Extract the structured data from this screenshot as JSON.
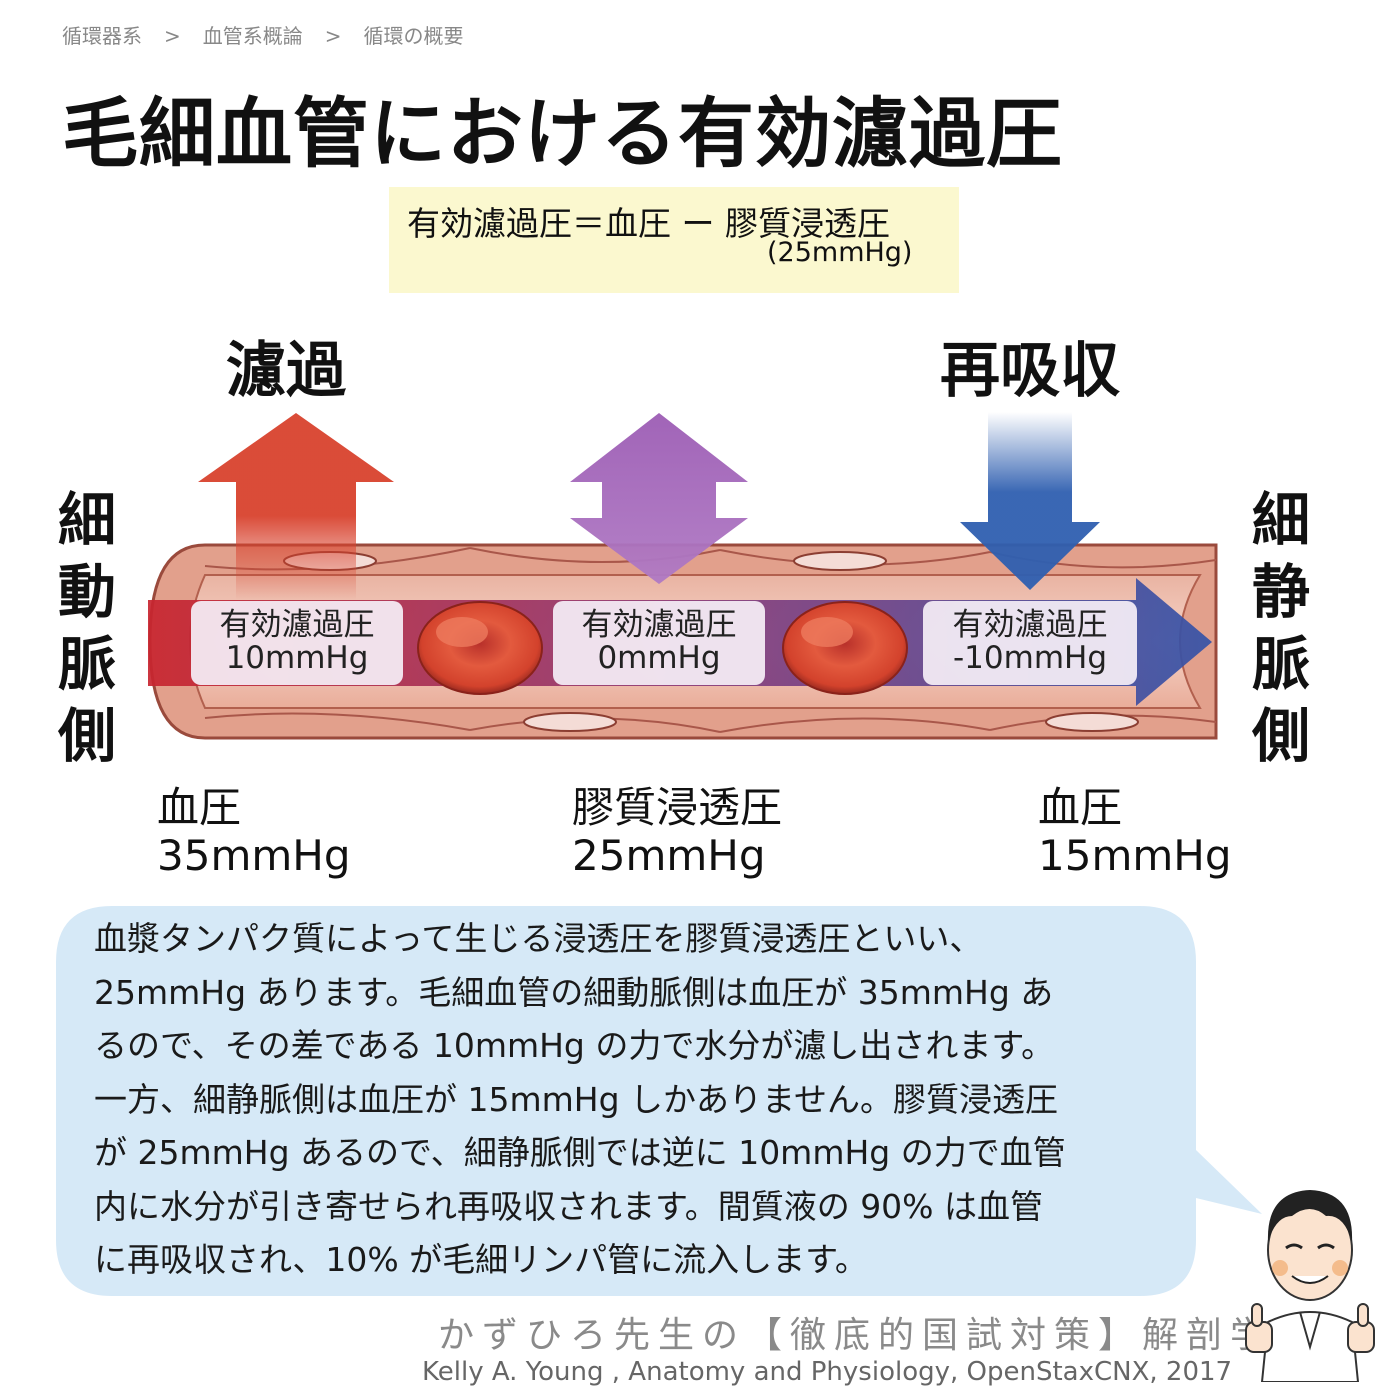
{
  "breadcrumb": [
    "循環器系",
    "血管系概論",
    "循環の概要"
  ],
  "title": "毛細血管における有効濾過圧",
  "formula": {
    "main": "有効濾過圧＝血圧 ー 膠質浸透圧",
    "sub": "(25mmHg)"
  },
  "diagram": {
    "filtration_label": "濾過",
    "reabsorption_label": "再吸収",
    "arterial_side": "細動脈側",
    "venous_side": "細静脈側",
    "boxes": [
      {
        "label": "有効濾過圧",
        "value": "10mmHg"
      },
      {
        "label": "有効濾過圧",
        "value": "0mmHg"
      },
      {
        "label": "有効濾過圧",
        "value": "-10mmHg"
      }
    ],
    "pressures": [
      {
        "label": "血圧",
        "value": "35mmHg"
      },
      {
        "label": "膠質浸透圧",
        "value": "25mmHg"
      },
      {
        "label": "血圧",
        "value": "15mmHg"
      }
    ],
    "colors": {
      "filtration": "#d8422e",
      "neutral": "#9c5cb4",
      "reabsorption": "#2f5fb0",
      "vessel": "#e8a592",
      "rbc": "#d3422c"
    }
  },
  "explanation": [
    "血漿タンパク質によって生じる浸透圧を膠質浸透圧といい、",
    "25mmHg あります。毛細血管の細動脈側は血圧が 35mmHg あ",
    "るので、その差である 10mmHg の力で水分が濾し出されます。",
    "一方、細静脈側は血圧が 15mmHg しかありません。膠質浸透圧",
    "が 25mmHg あるので、細静脈側では逆に 10mmHg の力で血管",
    "内に水分が引き寄せられ再吸収されます。間質液の 90% は血管",
    "に再吸収され、10% が毛細リンパ管に流入します。"
  ],
  "footer": {
    "brand": "かずひろ先生の【徹底的国試対策】解剖学",
    "credit": "Kelly A. Young , Anatomy and Physiology, OpenStaxCNX, 2017"
  }
}
